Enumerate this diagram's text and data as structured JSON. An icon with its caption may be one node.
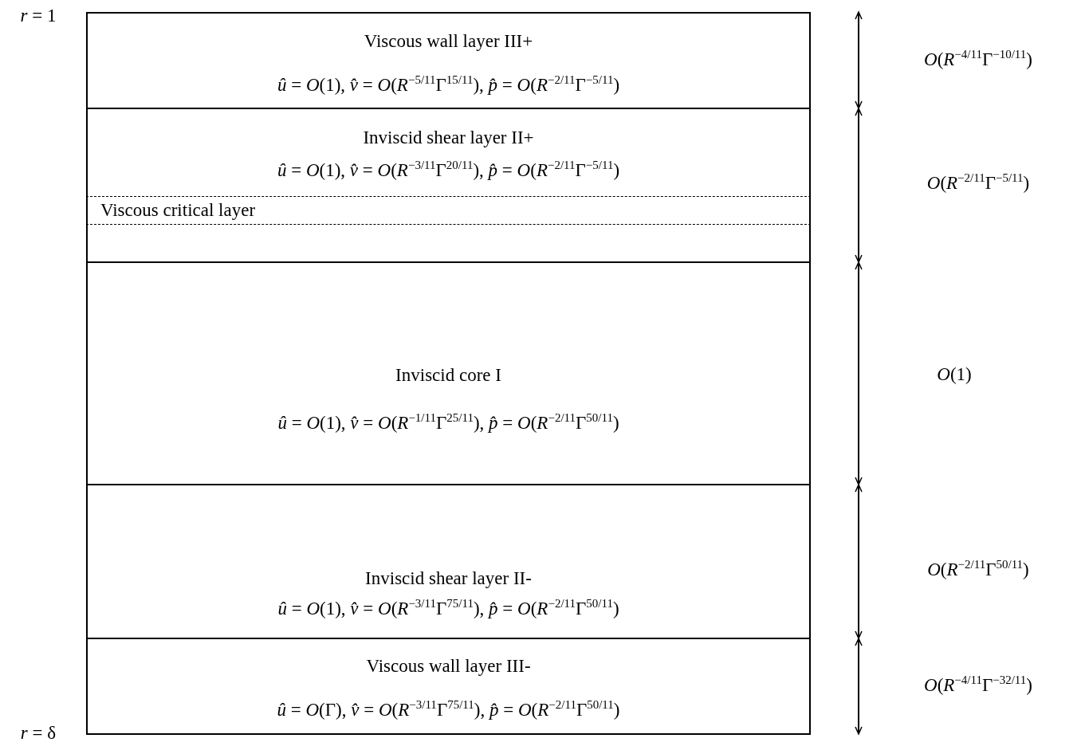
{
  "diagram": {
    "nodes": [
      {
        "text": [
          "Viscous wall layer III+",
          "*û* = *O*(1),  *v̂* = *O*(*R*$^{−5/11}$Γ$^{15/11}$),  *p̂* = *O*(*R*$^{−2/11}$Γ$^{−5/11}$)"
        ]
      },
      {
        "text": [
          "Inviscid shear layer II+",
          "*û* = *O*(1),  *v̂* = *O*(*R*$^{−3/11}$Γ$^{20/11}$),  *p̂* = *O*(*R*$^{−2/11}$Γ$^{−5/11}$)"
        ]
      },
      {
        "text": [
          "Viscous critical layer"
        ],
        "in": 1
      },
      {
        "text": [
          "Inviscid core I",
          "*û* = *O*(1),  *v̂* = *O*(*R*$^{−1/11}$Γ$^{25/11}$),  *p̂* = *O*(*R*$^{−2/11}$Γ$^{50/11}$)"
        ]
      },
      {
        "text": [
          "Inviscid shear layer II-",
          "*û* = *O*(1),  *v̂* = *O*(*R*$^{−3/11}$Γ$^{75/11}$),  *p̂* = *O*(*R*$^{−2/11}$Γ$^{50/11}$)"
        ]
      },
      {
        "text": [
          "Viscous wall layer III-",
          "*û* = *O*(Γ),  *v̂* = *O*(*R*$^{−3/11}$Γ$^{75/11}$),  *p̂* = *O*(*R*$^{−2/11}$Γ$^{50/11}$)"
        ]
      }
    ],
    "edges": [],
    "labels": [
      "*r* = 1",
      "*O*(*R*$^{−4/11}$Γ$^{−10/11}$)",
      "*O*(*R*$^{−2/11}$Γ$^{−5/11}$)",
      "*O*(1)",
      "*O*(*R*$^{−2/11}$Γ$^{50/11}$)",
      "*O*(*R*$^{−4/11}$Γ$^{−32/11}$)",
      "*r* = δ"
    ]
  }
}
